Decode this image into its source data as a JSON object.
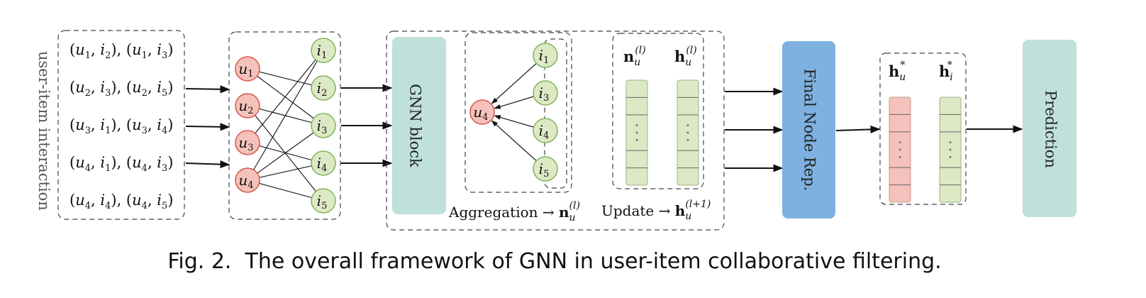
{
  "figure": {
    "caption": "Fig. 2.  The overall framework of GNN in user-item collaborative filtering.",
    "colors": {
      "user_fill": "#f4c2bb",
      "user_stroke": "#d9544a",
      "item_fill": "#dde9c5",
      "item_stroke": "#7fb458",
      "gnn_block": "#bfe0db",
      "final_node": "#7eb1e0",
      "prediction": "#bfe0db",
      "vec_user": "#f4c2bb",
      "vec_item": "#dde9c5"
    }
  },
  "interactions": {
    "side_label": "user-item interaction",
    "rows": [
      [
        {
          "u": "1",
          "i": "2"
        },
        {
          "u": "1",
          "i": "3"
        }
      ],
      [
        {
          "u": "2",
          "i": "3"
        },
        {
          "u": "2",
          "i": "5"
        }
      ],
      [
        {
          "u": "3",
          "i": "1"
        },
        {
          "u": "3",
          "i": "4"
        }
      ],
      [
        {
          "u": "4",
          "i": "1"
        },
        {
          "u": "4",
          "i": "3"
        }
      ],
      [
        {
          "u": "4",
          "i": "4"
        },
        {
          "u": "4",
          "i": "5"
        }
      ]
    ]
  },
  "bipartite": {
    "users": [
      "1",
      "2",
      "3",
      "4"
    ],
    "items": [
      "1",
      "2",
      "3",
      "4",
      "5"
    ],
    "edges": [
      [
        1,
        2
      ],
      [
        1,
        3
      ],
      [
        2,
        3
      ],
      [
        2,
        5
      ],
      [
        3,
        1
      ],
      [
        3,
        4
      ],
      [
        4,
        1
      ],
      [
        4,
        3
      ],
      [
        4,
        4
      ],
      [
        4,
        5
      ]
    ]
  },
  "gnn_block": {
    "label": "GNN block",
    "aggregation": {
      "center_user": "4",
      "neighbors": [
        "1",
        "3",
        "4",
        "5"
      ],
      "label_text": "Aggregation → ",
      "label_sym": "n",
      "label_sub": "u",
      "label_sup": "(l)"
    },
    "update": {
      "vec_labels": [
        {
          "sym": "n",
          "sub": "u",
          "sup": "(l)"
        },
        {
          "sym": "h",
          "sub": "u",
          "sup": "(l)"
        }
      ],
      "label_text": "Update → ",
      "label_sym": "h",
      "label_sub": "u",
      "label_sup": "(l+1)"
    }
  },
  "final_node": {
    "label": "Final Node Rep."
  },
  "final_vectors": [
    {
      "sym": "h",
      "sub": "u",
      "sup": "*",
      "kind": "user"
    },
    {
      "sym": "h",
      "sub": "i",
      "sup": "*",
      "kind": "item"
    }
  ],
  "prediction": {
    "label": "Prediction"
  },
  "vector_dots": "⋮"
}
